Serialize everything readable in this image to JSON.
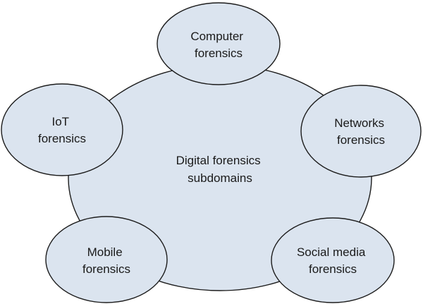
{
  "center": {
    "line1": "Digital forensics",
    "line2": "subdomains"
  },
  "nodes": {
    "computer": {
      "line1": "Computer",
      "line2": "forensics"
    },
    "networks": {
      "line1": "Networks",
      "line2": "forensics"
    },
    "social": {
      "line1": "Social media",
      "line2": "forensics"
    },
    "mobile": {
      "line1": "Mobile",
      "line2": "forensics"
    },
    "iot": {
      "line1": "IoT",
      "line2": "forensics"
    }
  },
  "colors": {
    "fill": "#dbe4ef",
    "stroke": "#1c1c1c",
    "text": "#1a1a1a"
  }
}
